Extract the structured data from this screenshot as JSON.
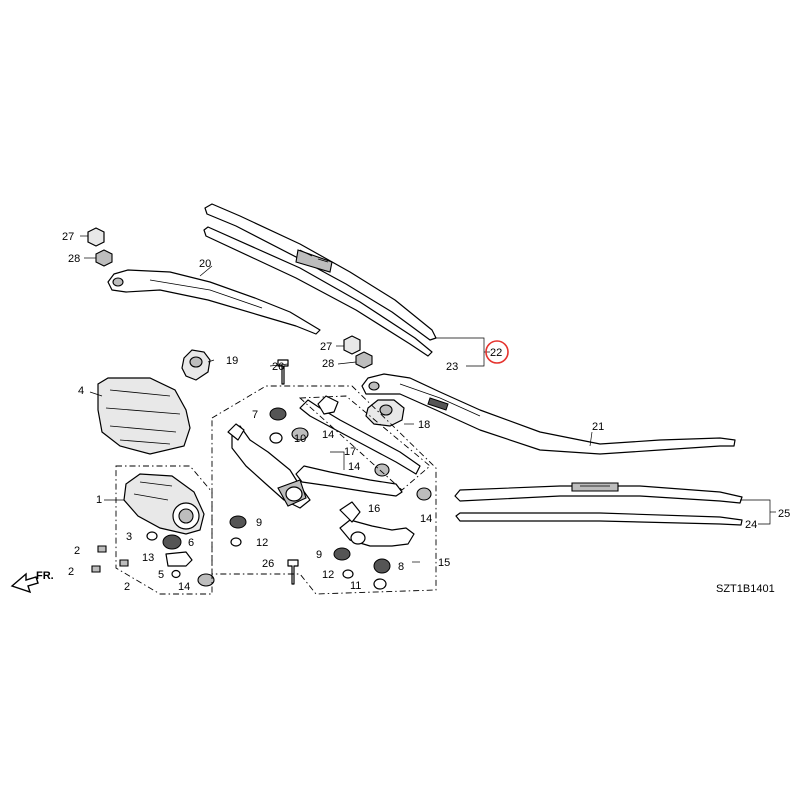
{
  "callouts": {
    "c1": "1",
    "c2a": "2",
    "c2b": "2",
    "c2c": "2",
    "c3": "3",
    "c4": "4",
    "c5": "5",
    "c6": "6",
    "c7": "7",
    "c8": "8",
    "c9a": "9",
    "c9b": "9",
    "c10": "10",
    "c11": "11",
    "c12a": "12",
    "c12b": "12",
    "c13": "13",
    "c14a": "14",
    "c14b": "14",
    "c14c": "14",
    "c14d": "14",
    "c15": "15",
    "c16": "16",
    "c17": "17",
    "c18": "18",
    "c19": "19",
    "c20": "20",
    "c21": "21",
    "c22": "22",
    "c23": "23",
    "c24": "24",
    "c25": "25",
    "c26a": "26",
    "c26b": "26",
    "c27a": "27",
    "c27b": "27",
    "c28a": "28",
    "c28b": "28"
  },
  "direction_label": "FR.",
  "diagram_code": "SZT1B1401",
  "highlight_color": "#e5322d"
}
